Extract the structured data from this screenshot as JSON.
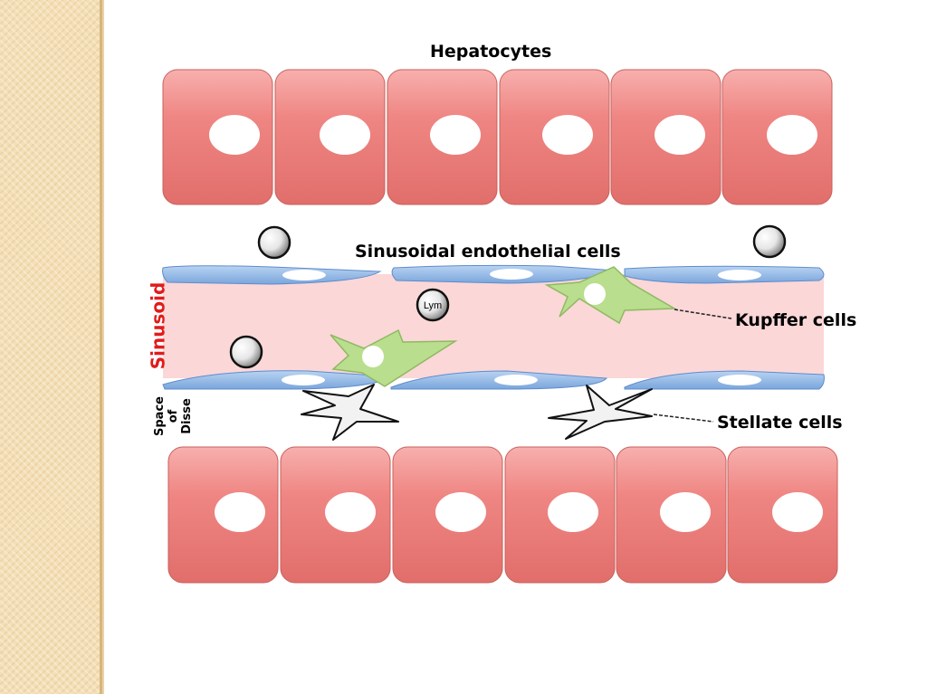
{
  "labels": {
    "hepatocytes": "Hepatocytes",
    "sinusoidal_endothelial_cells": "Sinusoidal endothelial cells",
    "kupffer_cells": "Kupffer cells",
    "stellate_cells": "Stellate cells",
    "sinusoid": "Sinusoid",
    "space_of_disse": [
      "Space",
      "of",
      "Disse"
    ],
    "lymphocyte": "Lym"
  },
  "colors": {
    "hepatocyte_fill": "#ef8683",
    "sinusoid_fill": "#fbd7d8",
    "endothelial_fill": "#8fb6e4",
    "kupffer_fill": "#b9de8d",
    "stellate_fill": "#f2f2f2",
    "sinusoid_label": "#e21b1b"
  }
}
